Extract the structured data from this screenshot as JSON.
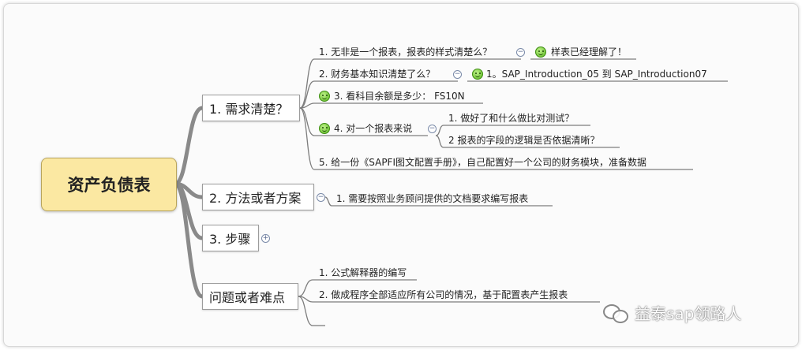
{
  "mindmap": {
    "root": "资产负债表",
    "branches": [
      {
        "label": "1. 需求清楚？",
        "children": [
          {
            "text": "1. 无非是一个报表，报表的样式清楚么？",
            "note": "样表已经理解了！"
          },
          {
            "text": "2. 财务基本知识清楚了么？",
            "note": "1。SAP_Introduction_05 到 SAP_Introduction07"
          },
          {
            "text": "3. 看科目余额是多少： FS10N"
          },
          {
            "text": "4. 对一个报表来说",
            "children": [
              "1. 做好了和什么做比对测试？",
              "2 报表的字段的逻辑是否依据清晰？"
            ]
          },
          {
            "text": "5. 给一份《SAPFI图文配置手册》，自己配置好一个公司的财务模块，准备数据"
          }
        ]
      },
      {
        "label": "2. 方法或者方案",
        "children": [
          {
            "text": "1. 需要按照业务顾问提供的文档要求编写报表"
          }
        ]
      },
      {
        "label": "3. 步骤",
        "children": []
      },
      {
        "label": "问题或者难点",
        "children": [
          {
            "text": "1. 公式解释器的编写"
          },
          {
            "text": "2. 做成程序全部适应所有公司的情况，基于配置表产生报表"
          },
          {
            "text": ""
          }
        ]
      }
    ],
    "toggle_minus": "−",
    "toggle_plus": "+"
  },
  "watermark": "益泰sap领路人",
  "colors": {
    "root_fill": "#fbe8a2",
    "connector": "#7d7d7d",
    "smiley": "#58b51d"
  }
}
